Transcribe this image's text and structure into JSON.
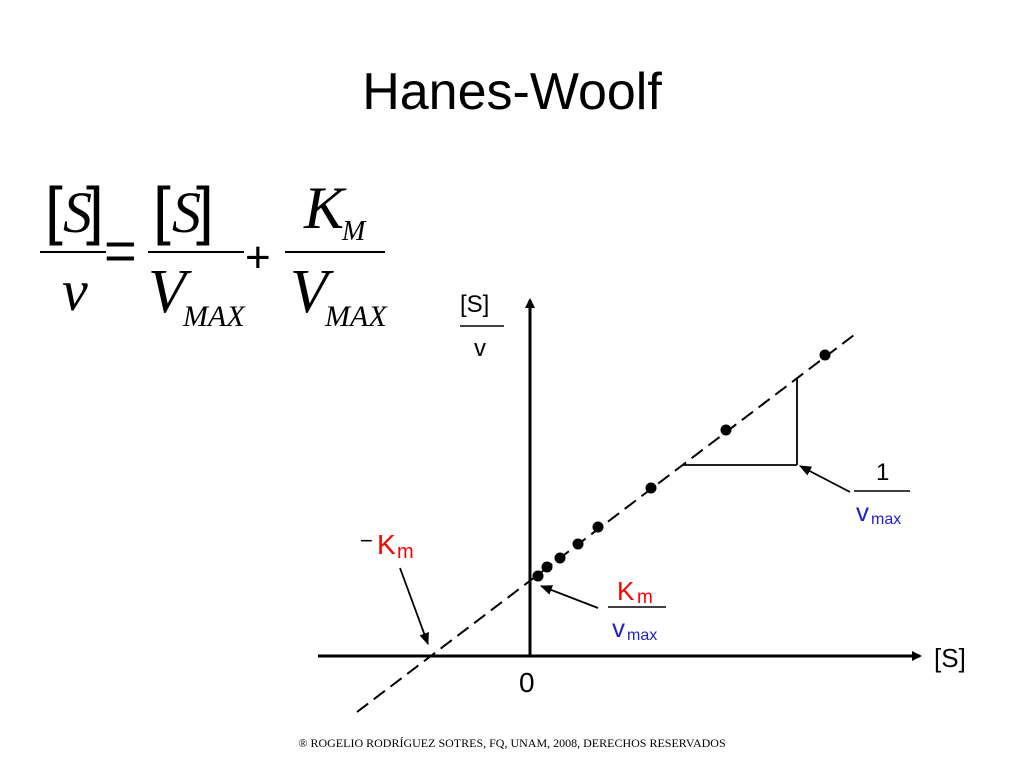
{
  "slide": {
    "title": "Hanes-Woolf",
    "footer": "® ROGELIO RODRÍGUEZ SOTRES, FQ, UNAM, 2008, DERECHOS RESERVADOS"
  },
  "equation": {
    "lhs_num": "S",
    "lhs_den": "v",
    "equals": "=",
    "t1_num": "S",
    "t1_den": "V",
    "t1_den_sub": "MAX",
    "plus": "+",
    "t2_num": "K",
    "t2_num_sub": "M",
    "t2_den": "V",
    "t2_den_sub": "MAX"
  },
  "plot": {
    "y_label_num": "[S]",
    "y_label_den": "v",
    "x_label": "[S]",
    "origin_label": "0",
    "neg_km_sign": "−",
    "neg_km": "K",
    "neg_km_sub": "m",
    "intercept_num": "K",
    "intercept_num_sub": "m",
    "intercept_den": "v",
    "intercept_den_sub": "max",
    "slope_num": "1",
    "slope_den": "v",
    "slope_den_sub": "max",
    "colors": {
      "km": "#ff0000",
      "vmax": "#1f1fd0",
      "line": "#000000"
    }
  }
}
